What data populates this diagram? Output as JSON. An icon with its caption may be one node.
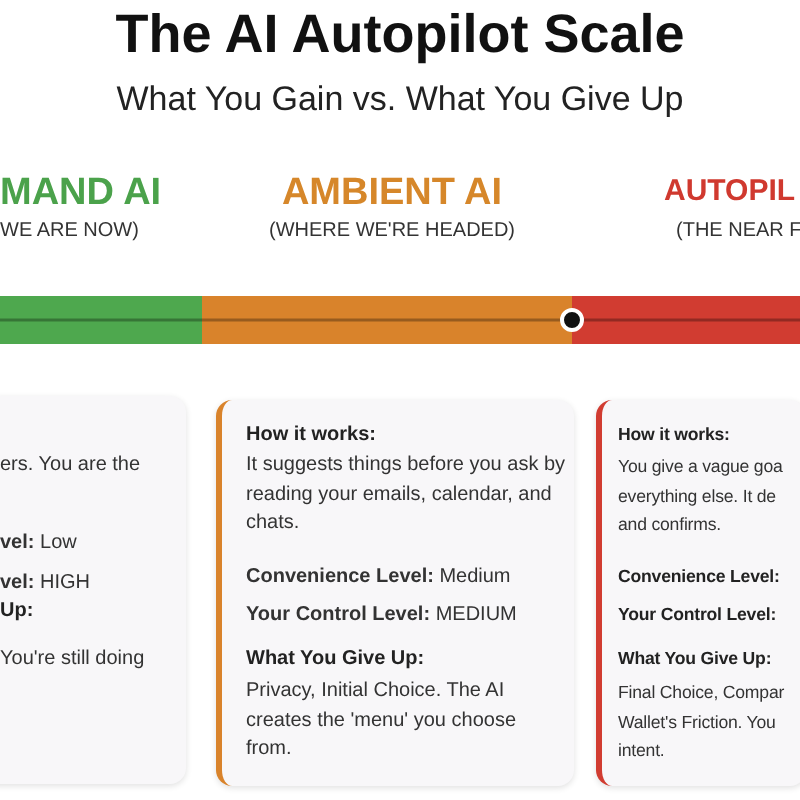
{
  "diagram": {
    "title": "The AI Autopilot Scale",
    "nodes": [
      {
        "text": [
          "ers. You are the",
          "**vel:**  Low",
          "**vel:**  HIGH",
          "Up:",
          "You're still doing"
        ]
      },
      {
        "text": [
          "How it works:",
          "It suggests things before you ask by reading your emails, calendar, and chats.",
          "**Convenience Level:**  Medium",
          "**Your Control Level:**  MEDIUM",
          "What You Give Up:",
          "Privacy, Initial Choice. The AI creates the 'menu' you choose from."
        ]
      },
      {
        "text": [
          "How it works:",
          "You give a vague goa everything else. It de and confirms.",
          "Convenience Level:",
          "Your Control Level:",
          "What You Give Up:",
          "Final Choice, Compar Wallet's Friction. You intent."
        ]
      }
    ],
    "labels": [
      "What You Gain vs. What You Give Up",
      "MAND AI",
      "AMBIENT AI",
      "AUTOPIL",
      "WE ARE NOW)",
      "(WHERE WE'RE HEADED)",
      "(THE NEAR F"
    ]
  }
}
